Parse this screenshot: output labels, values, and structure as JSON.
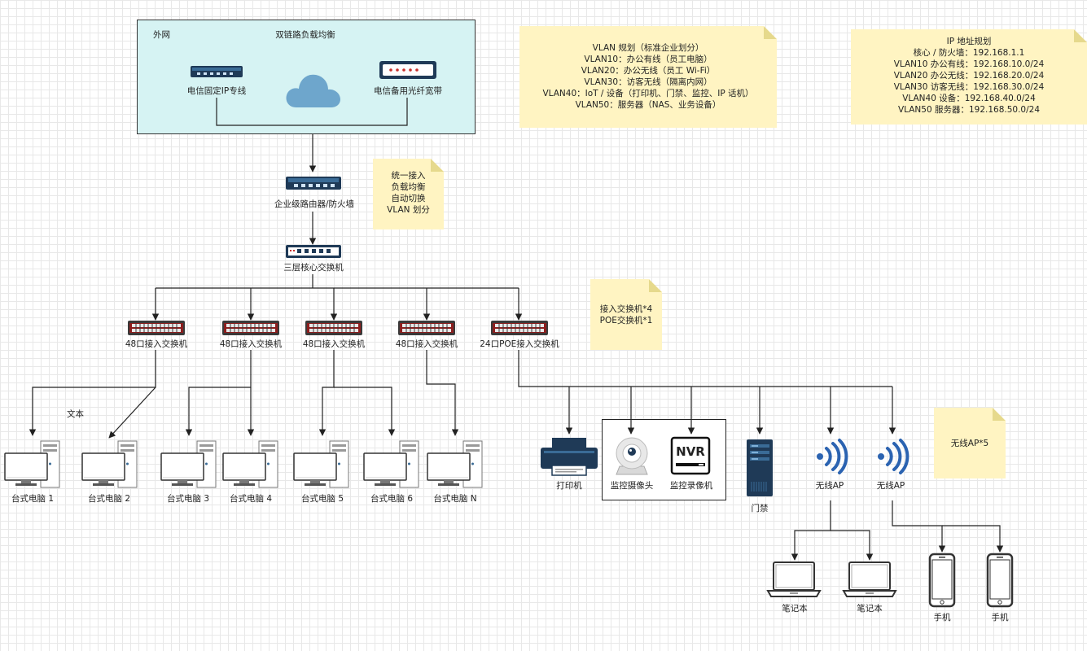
{
  "external": {
    "area_label": "外网",
    "title": "双链路负载均衡",
    "line_a": "电信固定IP专线",
    "line_b": "电信备用光纤宽带"
  },
  "router": {
    "label": "企业级路由器/防火墙"
  },
  "core_switch": {
    "label": "三层核心交换机"
  },
  "notes": {
    "router_note": [
      "统一接入",
      "负载均衡",
      "自动切换",
      "VLAN 划分"
    ],
    "vlan_plan": [
      "VLAN 规划（标准企业划分）",
      "VLAN10：办公有线（员工电脑）",
      "VLAN20：办公无线（员工 Wi-Fi）",
      "VLAN30：访客无线（隔离内网）",
      "VLAN40：IoT / 设备（打印机、门禁、监控、IP 话机）",
      "VLAN50：服务器（NAS、业务设备）"
    ],
    "ip_plan": [
      "IP 地址规划",
      "核心 / 防火墙：192.168.1.1",
      "VLAN10 办公有线：192.168.10.0/24",
      "VLAN20 办公无线：192.168.20.0/24",
      "VLAN30 访客无线：192.168.30.0/24",
      "VLAN40 设备：192.168.40.0/24",
      "VLAN50 服务器：192.168.50.0/24"
    ],
    "switch_note": [
      "接入交换机*4",
      "POE交换机*1"
    ],
    "ap_note": [
      "无线AP*5"
    ]
  },
  "access_switches": [
    {
      "label": "48口接入交换机"
    },
    {
      "label": "48口接入交换机"
    },
    {
      "label": "48口接入交换机"
    },
    {
      "label": "48口接入交换机"
    },
    {
      "label": "24口POE接入交换机"
    }
  ],
  "free_text": "文本",
  "desktops": [
    {
      "label": "台式电脑 1"
    },
    {
      "label": "台式电脑 2"
    },
    {
      "label": "台式电脑 3"
    },
    {
      "label": "台式电脑 4"
    },
    {
      "label": "台式电脑 5"
    },
    {
      "label": "台式电脑 6"
    },
    {
      "label": "台式电脑 N"
    }
  ],
  "poe_devices": {
    "printer": "打印机",
    "camera": "监控摄像头",
    "nvr": "监控录像机",
    "nvr_badge": "NVR",
    "door_access": "门禁",
    "ap1": "无线AP",
    "ap2": "无线AP"
  },
  "clients": {
    "laptop1": "笔记本",
    "laptop2": "笔记本",
    "phone1": "手机",
    "phone2": "手机"
  },
  "colors": {
    "external_area": "#d6f3f3",
    "note": "#fff4c2",
    "device_dark": "#1f3a57",
    "cloud": "#6ea6cc",
    "wifi": "#2b63b1"
  }
}
